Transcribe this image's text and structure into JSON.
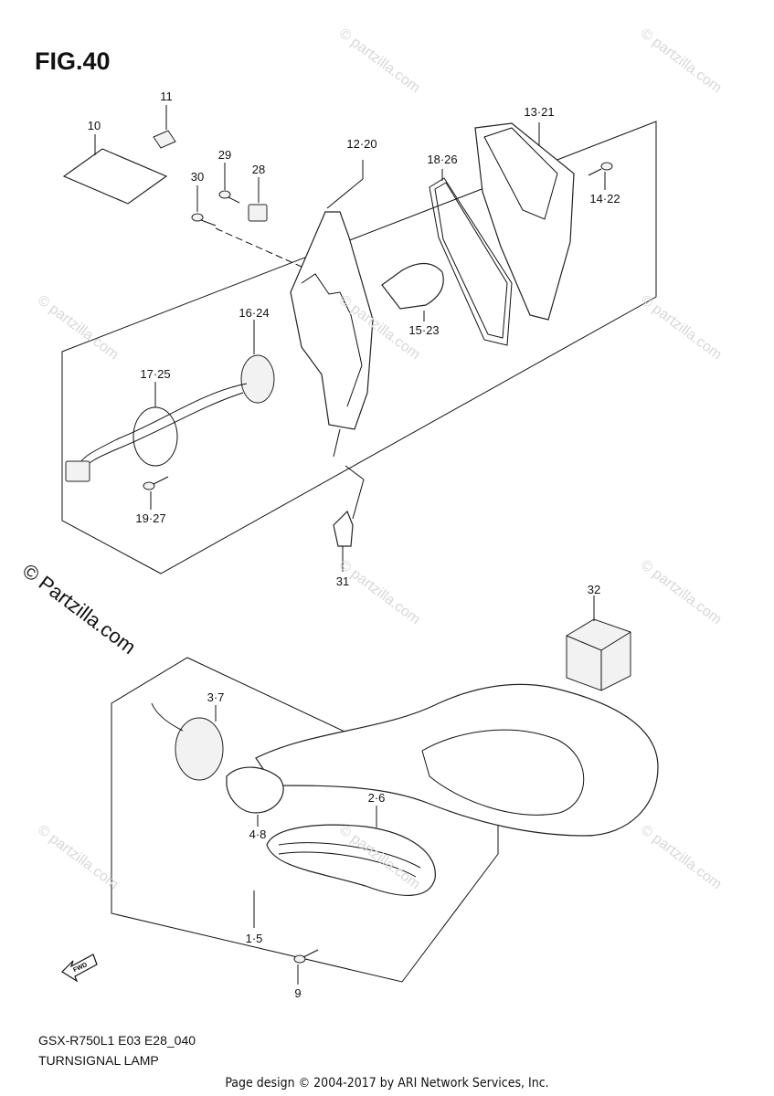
{
  "figure": {
    "title": "FIG.40"
  },
  "watermark": {
    "main": "© Partzilla.com",
    "faint": "© partzilla.com"
  },
  "parts": [
    {
      "id": "p10",
      "label": "10"
    },
    {
      "id": "p11",
      "label": "11"
    },
    {
      "id": "p29",
      "label": "29"
    },
    {
      "id": "p28",
      "label": "28"
    },
    {
      "id": "p30",
      "label": "30"
    },
    {
      "id": "p12",
      "label": "12·20"
    },
    {
      "id": "p18",
      "label": "18·26"
    },
    {
      "id": "p13",
      "label": "13·21"
    },
    {
      "id": "p14",
      "label": "14·22"
    },
    {
      "id": "p16",
      "label": "16·24"
    },
    {
      "id": "p15",
      "label": "15·23"
    },
    {
      "id": "p17",
      "label": "17·25"
    },
    {
      "id": "p19",
      "label": "19·27"
    },
    {
      "id": "p31",
      "label": "31"
    },
    {
      "id": "p32",
      "label": "32"
    },
    {
      "id": "p3",
      "label": "3·7"
    },
    {
      "id": "p2",
      "label": "2·6"
    },
    {
      "id": "p4",
      "label": "4·8"
    },
    {
      "id": "p1",
      "label": "1·5"
    },
    {
      "id": "p9",
      "label": "9"
    }
  ],
  "fwd_badge": "FWD",
  "model_code": "GSX-R750L1  E03  E28_040",
  "section_name": "TURNSIGNAL LAMP",
  "footer": "Page design © 2004-2017 by ARI Network Services, Inc."
}
